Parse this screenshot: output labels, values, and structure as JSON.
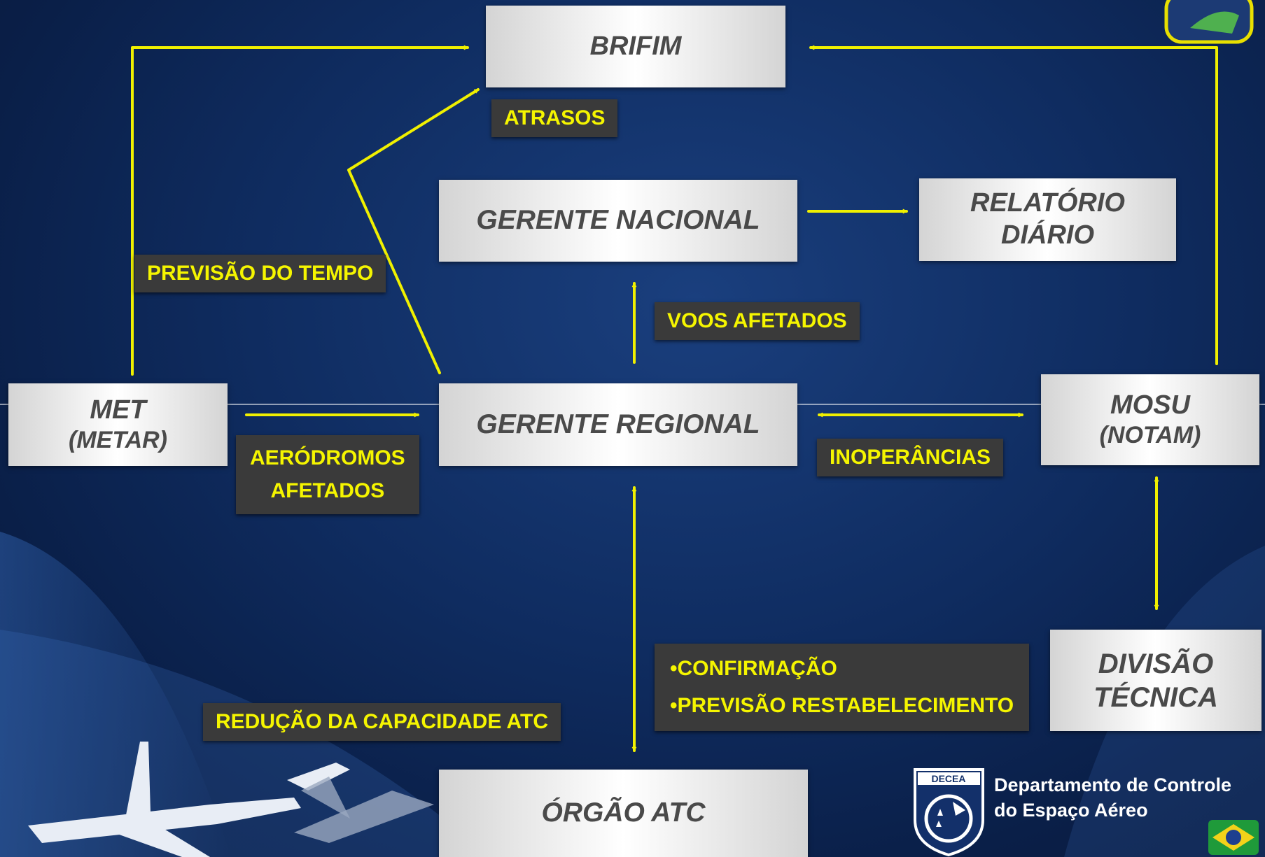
{
  "nodes": {
    "brifim": "BRIFIM",
    "gerente_nacional": "GERENTE NACIONAL",
    "relatorio_line1": "RELATÓRIO",
    "relatorio_line2": "DIÁRIO",
    "met_line1": "MET",
    "met_line2": "(METAR)",
    "gerente_regional": "GERENTE REGIONAL",
    "mosu_line1": "MOSU",
    "mosu_line2": "(NOTAM)",
    "divisao_line1": "DIVISÃO",
    "divisao_line2": "TÉCNICA",
    "orgao_atc": "ÓRGÃO ATC"
  },
  "labels": {
    "atrasos": "ATRASOS",
    "previsao_tempo": "PREVISÃO DO TEMPO",
    "voos_afetados": "VOOS AFETADOS",
    "aerodromos_line1": "AERÓDROMOS",
    "aerodromos_line2": "AFETADOS",
    "inoperancias": "INOPERÂNCIAS",
    "confirmacao": "•CONFIRMAÇÃO",
    "previsao_restabelecimento": "•PREVISÃO RESTABELECIMENTO",
    "reducao_capacidade": "REDUÇÃO DA CAPACIDADE ATC"
  },
  "footer": {
    "decea_badge": "DECEA",
    "dept_line1": "Departamento de Controle",
    "dept_line2": "do Espaço Aéreo"
  },
  "colors": {
    "arrow": "#f0f000",
    "label_bg": "#3a3a3a",
    "label_text": "#f5f500",
    "node_text": "#4a4a4a"
  }
}
